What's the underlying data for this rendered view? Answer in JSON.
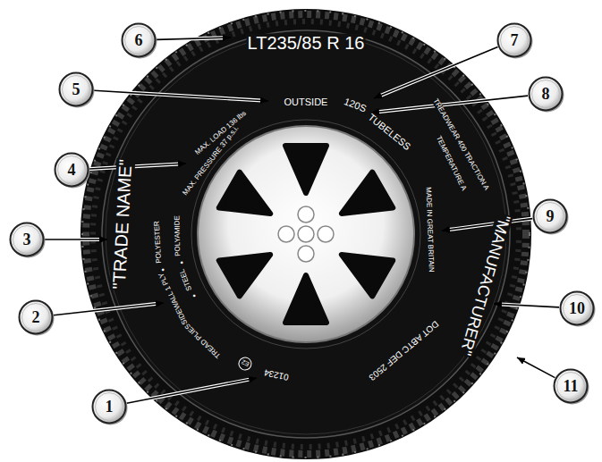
{
  "diagram": {
    "nodes": [
      {
        "text": [
          "1"
        ]
      },
      {
        "text": [
          "2"
        ]
      },
      {
        "text": [
          "3"
        ]
      },
      {
        "text": [
          "4"
        ]
      },
      {
        "text": [
          "5"
        ]
      },
      {
        "text": [
          "6"
        ]
      },
      {
        "text": [
          "7"
        ]
      },
      {
        "text": [
          "8"
        ]
      },
      {
        "text": [
          "9"
        ]
      },
      {
        "text": [
          "10"
        ]
      },
      {
        "text": [
          "11"
        ]
      },
      {
        "text": [
          "E2"
        ]
      }
    ],
    "labels": [
      "LT235/85 R 16",
      "OUTSIDE",
      "120S",
      "TUBELESS",
      "TREADWEAR 400 TRACTION A",
      "TEMPERATURE A",
      "MADE IN GREAT BRITAIN",
      "\"MANUFACTURER\"",
      "DOT ABTC DEF 2503",
      "01234",
      "TREAD PLIES",
      "SIDEWALL 1 PLY",
      "●",
      "POLYESTER",
      "●",
      "STEEL",
      "●",
      "POLYAMIDE",
      "\"TRADE NAME\"",
      "MAX. LOAD 136 lbs",
      "MAX. PRESSURE 37 p.s.i."
    ]
  }
}
